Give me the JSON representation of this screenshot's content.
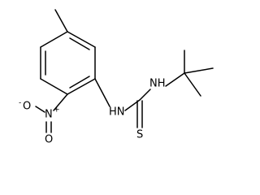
{
  "diagram_type": "skeletal chemical structure",
  "colors": {
    "bond": "#000000",
    "label": "#000000",
    "background": "#ffffff"
  },
  "atoms": {
    "nh_aryl": "HN",
    "nh_tbutyl": "NH",
    "sulfur": "S",
    "nitro_n": "N",
    "nitro_n_charge": "+",
    "nitro_o_upper": "O",
    "nitro_o_upper_charge": "-",
    "nitro_o_lower": "O"
  }
}
